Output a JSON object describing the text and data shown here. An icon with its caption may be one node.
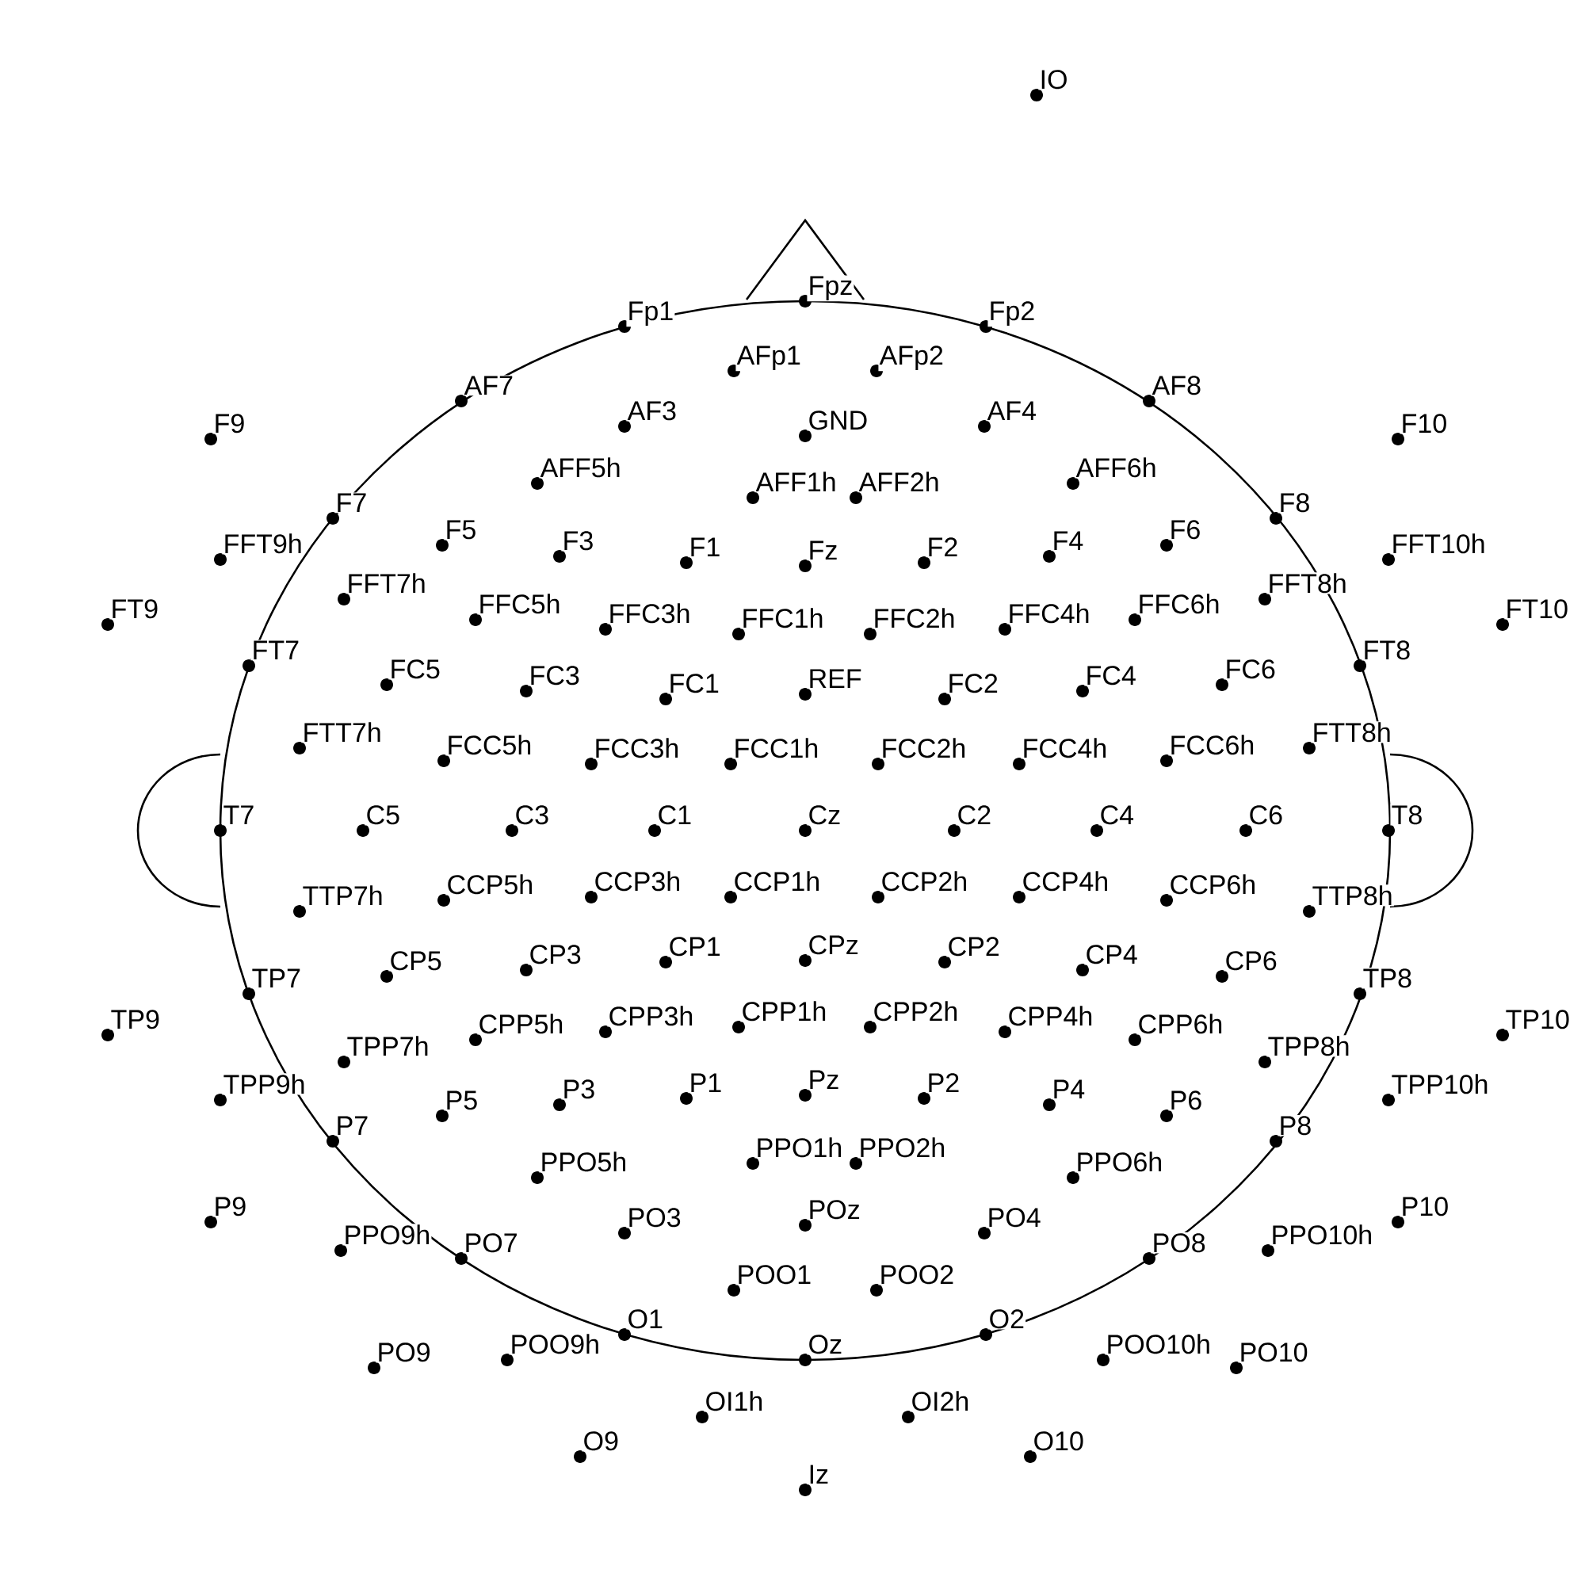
{
  "diagram": {
    "labels": [
      "IO",
      "Fpz",
      "Fp1",
      "Fp2",
      "AFp1",
      "AFp2",
      "AF7",
      "AF8",
      "AF3",
      "GND",
      "AF4",
      "F9",
      "F10",
      "AFF5h",
      "AFF1h",
      "AFF2h",
      "AFF6h",
      "F7",
      "F8",
      "F5",
      "F3",
      "F1",
      "Fz",
      "F2",
      "F4",
      "F6",
      "FFT9h",
      "FFT10h",
      "FFT7h",
      "FFT8h",
      "FT9",
      "FFC5h",
      "FFC3h",
      "FFC1h",
      "FFC2h",
      "FFC4h",
      "FFC6h",
      "FT10",
      "FT7",
      "FT8",
      "FC5",
      "FC3",
      "FC1",
      "REF",
      "FC2",
      "FC4",
      "FC6",
      "FTT7h",
      "FTT8h",
      "FCC5h",
      "FCC3h",
      "FCC1h",
      "FCC2h",
      "FCC4h",
      "FCC6h",
      "T7",
      "C5",
      "C3",
      "C1",
      "Cz",
      "C2",
      "C4",
      "C6",
      "T8",
      "TTP7h",
      "CCP5h",
      "CCP3h",
      "CCP1h",
      "CCP2h",
      "CCP4h",
      "CCP6h",
      "TTP8h",
      "TP7",
      "CP5",
      "CP3",
      "CP1",
      "CPz",
      "CP2",
      "CP4",
      "CP6",
      "TP8",
      "TP9",
      "CPP5h",
      "CPP3h",
      "CPP1h",
      "CPP2h",
      "CPP4h",
      "CPP6h",
      "TP10",
      "TPP7h",
      "TPP8h",
      "TPP9h",
      "TPP10h",
      "P7",
      "P5",
      "P3",
      "P1",
      "Pz",
      "P2",
      "P4",
      "P6",
      "P8",
      "PPO5h",
      "PPO1h",
      "PPO2h",
      "PPO6h",
      "P9",
      "P10",
      "PPO9h",
      "PPO10h",
      "PO7",
      "PO3",
      "POz",
      "PO4",
      "PO8",
      "POO1",
      "POO2",
      "O1",
      "Oz",
      "O2",
      "POO9h",
      "POO10h",
      "PO9",
      "PO10",
      "OI1h",
      "OI2h",
      "O9",
      "O10",
      "Iz"
    ]
  }
}
